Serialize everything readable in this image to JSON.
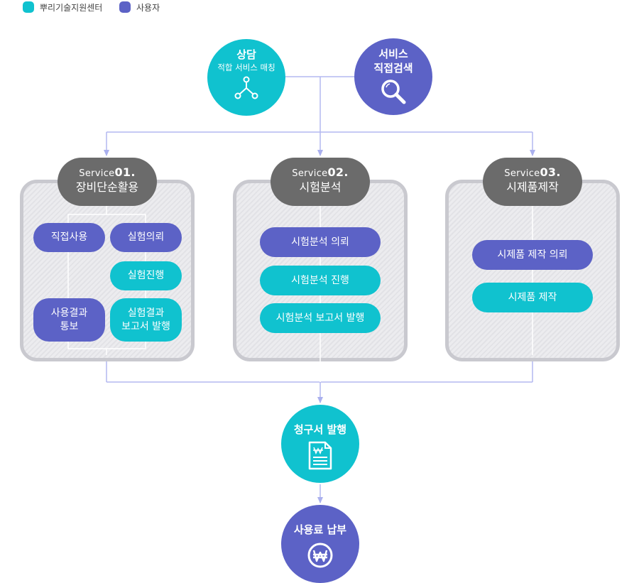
{
  "legend": {
    "center": {
      "label": "뿌리기술지원센터",
      "color": "#10c2cf"
    },
    "user": {
      "label": "사용자",
      "color": "#5c62c6"
    }
  },
  "consult": {
    "title": "상담",
    "subtitle": "적합 서비스 매칭",
    "icon": "share-nodes-icon"
  },
  "search": {
    "title_line1": "서비스",
    "title_line2": "직접검색",
    "icon": "magnifier-icon"
  },
  "services": [
    {
      "code_prefix": "Service",
      "code_num": "01.",
      "name": "장비단순활용",
      "steps": [
        {
          "label": "직접사용",
          "actor": "user"
        },
        {
          "label": "실험의뢰",
          "actor": "user"
        },
        {
          "label": "실험진행",
          "actor": "center"
        },
        {
          "label_line1": "사용결과",
          "label_line2": "통보",
          "actor": "user"
        },
        {
          "label_line1": "실험결과",
          "label_line2": "보고서 발행",
          "actor": "center"
        }
      ]
    },
    {
      "code_prefix": "Service",
      "code_num": "02.",
      "name": "시험분석",
      "steps": [
        {
          "label": "시험분석 의뢰",
          "actor": "user"
        },
        {
          "label": "시험분석 진행",
          "actor": "center"
        },
        {
          "label": "시험분석 보고서 발행",
          "actor": "center"
        }
      ]
    },
    {
      "code_prefix": "Service",
      "code_num": "03.",
      "name": "시제품제작",
      "steps": [
        {
          "label": "시제품 제작 의뢰",
          "actor": "user"
        },
        {
          "label": "시제품 제작",
          "actor": "center"
        }
      ]
    }
  ],
  "invoice": {
    "title": "청구서 발행",
    "icon": "invoice-document-icon"
  },
  "payment": {
    "title": "사용료 납부",
    "icon": "won-coin-icon"
  }
}
